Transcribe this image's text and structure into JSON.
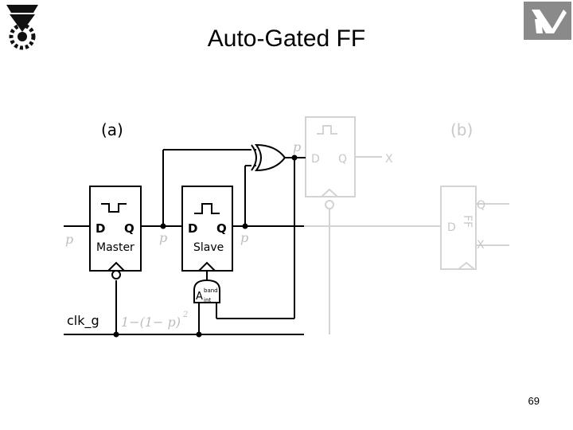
{
  "header": {
    "title": "Auto-Gated FF",
    "page_number": "69"
  },
  "logos": {
    "left": "technion-logo",
    "right": "institution-logo"
  },
  "diagram_a": {
    "label": "(a)",
    "master": {
      "d": "D",
      "q": "Q",
      "name": "Master"
    },
    "slave": {
      "d": "D",
      "q": "Q",
      "name": "Slave"
    },
    "input_p": "p",
    "mid_p": "p",
    "out_p": "p",
    "xor_p": "p",
    "and_label_main": "A",
    "and_label_sup": "band",
    "and_label_sub": "int",
    "clk": "clk_g",
    "prob_expr": "1−(1− p)",
    "prob_exp": "2"
  },
  "diagram_b": {
    "label": "(b)",
    "ff_top": {
      "d": "D",
      "q": "Q",
      "out": "X"
    },
    "ff_bottom": {
      "q": "Q",
      "d": "D",
      "ff": "FF",
      "x": "X"
    }
  }
}
